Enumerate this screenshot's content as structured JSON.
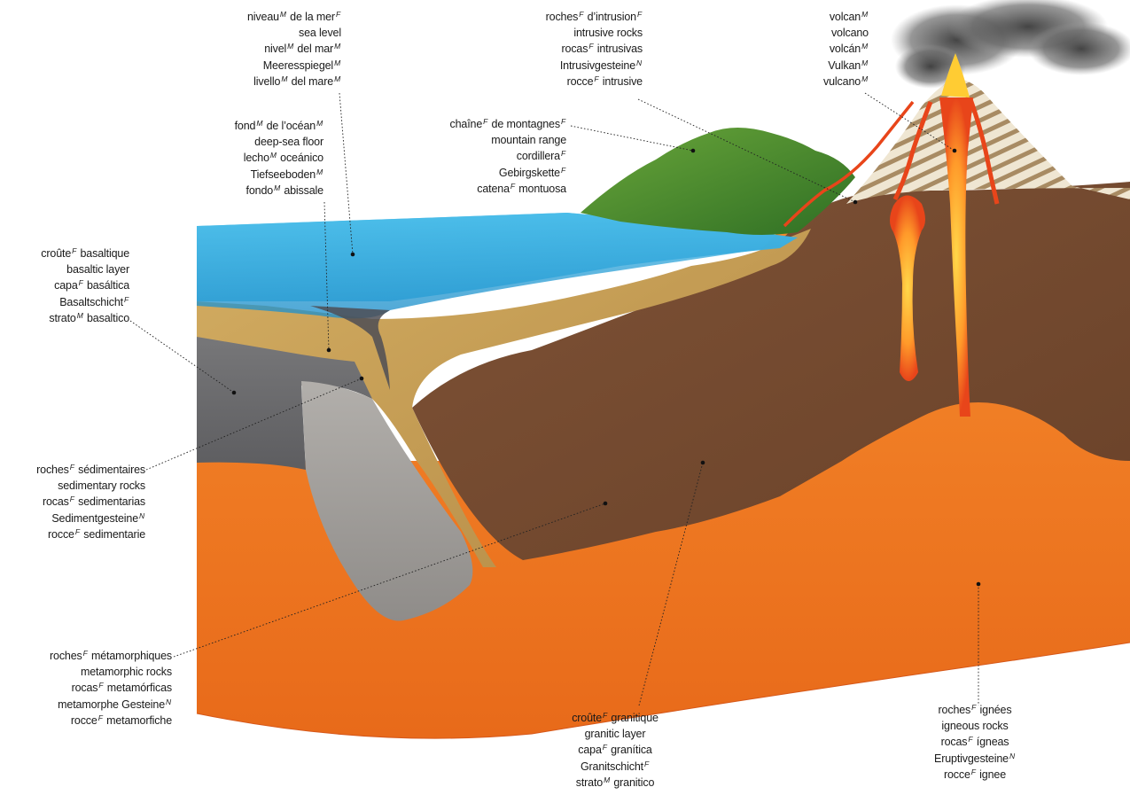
{
  "labels": [
    {
      "id": "sea-level",
      "lines": [
        [
          {
            "t": "niveau"
          },
          {
            "g": "M"
          },
          {
            "t": " de la mer"
          },
          {
            "g": "F"
          }
        ],
        [
          {
            "t": "sea level"
          }
        ],
        [
          {
            "t": "nivel"
          },
          {
            "g": "M"
          },
          {
            "t": " del mar"
          },
          {
            "g": "M"
          }
        ],
        [
          {
            "t": "Meeresspiegel"
          },
          {
            "g": "M"
          }
        ],
        [
          {
            "t": "livello"
          },
          {
            "g": "M"
          },
          {
            "t": " del mare"
          },
          {
            "g": "M"
          }
        ]
      ]
    },
    {
      "id": "deep-sea-floor",
      "lines": [
        [
          {
            "t": "fond"
          },
          {
            "g": "M"
          },
          {
            "t": " de l’océan"
          },
          {
            "g": "M"
          }
        ],
        [
          {
            "t": "deep-sea floor"
          }
        ],
        [
          {
            "t": "lecho"
          },
          {
            "g": "M"
          },
          {
            "t": " oceánico"
          }
        ],
        [
          {
            "t": "Tiefseeboden"
          },
          {
            "g": "M"
          }
        ],
        [
          {
            "t": "fondo"
          },
          {
            "g": "M"
          },
          {
            "t": " abissale"
          }
        ]
      ]
    },
    {
      "id": "intrusive-rocks",
      "lines": [
        [
          {
            "t": "roches"
          },
          {
            "g": "F"
          },
          {
            "t": " d’intrusion"
          },
          {
            "g": "F"
          }
        ],
        [
          {
            "t": "intrusive rocks"
          }
        ],
        [
          {
            "t": "rocas"
          },
          {
            "g": "F"
          },
          {
            "t": " intrusivas"
          }
        ],
        [
          {
            "t": "Intrusivgesteine"
          },
          {
            "g": "N"
          }
        ],
        [
          {
            "t": "rocce"
          },
          {
            "g": "F"
          },
          {
            "t": " intrusive"
          }
        ]
      ]
    },
    {
      "id": "mountain-range",
      "lines": [
        [
          {
            "t": "chaîne"
          },
          {
            "g": "F"
          },
          {
            "t": " de montagnes"
          },
          {
            "g": "F"
          }
        ],
        [
          {
            "t": "mountain range"
          }
        ],
        [
          {
            "t": "cordillera"
          },
          {
            "g": "F"
          }
        ],
        [
          {
            "t": "Gebirgskette"
          },
          {
            "g": "F"
          }
        ],
        [
          {
            "t": "catena"
          },
          {
            "g": "F"
          },
          {
            "t": " montuosa"
          }
        ]
      ]
    },
    {
      "id": "volcano",
      "lines": [
        [
          {
            "t": "volcan"
          },
          {
            "g": "M"
          }
        ],
        [
          {
            "t": "volcano"
          }
        ],
        [
          {
            "t": "volcán"
          },
          {
            "g": "M"
          }
        ],
        [
          {
            "t": "Vulkan"
          },
          {
            "g": "M"
          }
        ],
        [
          {
            "t": "vulcano"
          },
          {
            "g": "M"
          }
        ]
      ]
    },
    {
      "id": "basaltic-layer",
      "lines": [
        [
          {
            "t": "croûte"
          },
          {
            "g": "F"
          },
          {
            "t": " basaltique"
          }
        ],
        [
          {
            "t": "basaltic layer"
          }
        ],
        [
          {
            "t": "capa"
          },
          {
            "g": "F"
          },
          {
            "t": " basáltica"
          }
        ],
        [
          {
            "t": "Basaltschicht"
          },
          {
            "g": "F"
          }
        ],
        [
          {
            "t": "strato"
          },
          {
            "g": "M"
          },
          {
            "t": " basaltico"
          }
        ]
      ]
    },
    {
      "id": "sedimentary-rocks",
      "lines": [
        [
          {
            "t": "roches"
          },
          {
            "g": "F"
          },
          {
            "t": " sédimentaires"
          }
        ],
        [
          {
            "t": "sedimentary rocks"
          }
        ],
        [
          {
            "t": "rocas"
          },
          {
            "g": "F"
          },
          {
            "t": " sedimentarias"
          }
        ],
        [
          {
            "t": "Sedimentgesteine"
          },
          {
            "g": "N"
          }
        ],
        [
          {
            "t": "rocce"
          },
          {
            "g": "F"
          },
          {
            "t": " sedimentarie"
          }
        ]
      ]
    },
    {
      "id": "metamorphic-rocks",
      "lines": [
        [
          {
            "t": "roches"
          },
          {
            "g": "F"
          },
          {
            "t": " métamorphiques"
          }
        ],
        [
          {
            "t": "metamorphic rocks"
          }
        ],
        [
          {
            "t": "rocas"
          },
          {
            "g": "F"
          },
          {
            "t": " metamórficas"
          }
        ],
        [
          {
            "t": "metamorphe Gesteine"
          },
          {
            "g": "N"
          }
        ],
        [
          {
            "t": "rocce"
          },
          {
            "g": "F"
          },
          {
            "t": " metamorfiche"
          }
        ]
      ]
    },
    {
      "id": "granitic-layer",
      "lines": [
        [
          {
            "t": "croûte"
          },
          {
            "g": "F"
          },
          {
            "t": " granitique"
          }
        ],
        [
          {
            "t": "granitic layer"
          }
        ],
        [
          {
            "t": "capa"
          },
          {
            "g": "F"
          },
          {
            "t": " granítica"
          }
        ],
        [
          {
            "t": "Granitschicht"
          },
          {
            "g": "F"
          }
        ],
        [
          {
            "t": "strato"
          },
          {
            "g": "M"
          },
          {
            "t": " granitico"
          }
        ]
      ]
    },
    {
      "id": "igneous-rocks",
      "lines": [
        [
          {
            "t": "roches"
          },
          {
            "g": "F"
          },
          {
            "t": " ignées"
          }
        ],
        [
          {
            "t": "igneous rocks"
          }
        ],
        [
          {
            "t": "rocas"
          },
          {
            "g": "F"
          },
          {
            "t": " ígneas"
          }
        ],
        [
          {
            "t": "Eruptivgesteine"
          },
          {
            "g": "N"
          }
        ],
        [
          {
            "t": "rocce"
          },
          {
            "g": "F"
          },
          {
            "t": " ignee"
          }
        ]
      ]
    }
  ],
  "colors": {
    "sea": "#3fb6e4",
    "sea_deep": "#2a8fc7",
    "sediment": "#c8a25a",
    "granitic": "#8a5a3a",
    "basaltic": "#6e6e70",
    "metamorphic": "#a8a5a2",
    "magma": "#f07a22",
    "mountain": "#3f8a2c",
    "volcano_stripe_light": "#efe6d2",
    "volcano_stripe_dark": "#a78a62",
    "lava": "#e8451a",
    "smoke": "#4a4a4a"
  }
}
